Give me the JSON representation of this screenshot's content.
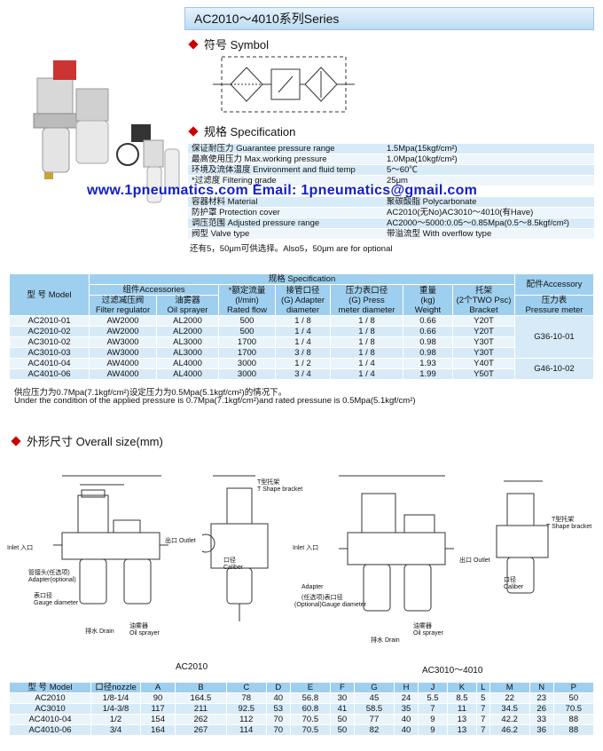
{
  "header": {
    "title": "AC2010～4010系列Series"
  },
  "symbol": {
    "title": "符号 Symbol"
  },
  "spec": {
    "title": "规格 Specification",
    "rows": [
      {
        "label": "保证耐压力 Guarantee pressure range",
        "value": "1.5Mpa(15kgf/cm²)"
      },
      {
        "label": "最高使用压力 Max.working pressure",
        "value": "1.0Mpa(10kgf/cm²)"
      },
      {
        "label": "环境及流体温度 Environment and fluid temp",
        "value": "5～60℃"
      },
      {
        "label": "*过滤度 Filtering grade",
        "value": "25μm"
      },
      {
        "label": "容器材料 Material",
        "value": "聚碳酸脂 Polycarbonate"
      },
      {
        "label": "防护罩 Protection cover",
        "value": "AC2010(无No)AC3010～4010(有Have)"
      },
      {
        "label": "调压范围 Adjusted pressure range",
        "value": "AC2000～5000:0.05～0.85Mpa(0.5～8.5kgf/cm²)"
      },
      {
        "label": "阀型 Valve type",
        "value": "带溢流型 With overflow type"
      }
    ],
    "footnote": "还有5，50μm可供选择。Also5，50μm are for optional",
    "watermark": "www.1pneumatics.com Email: 1pneumatics@gmail.com"
  },
  "models_table": {
    "group_header": "规格 Specification",
    "accessory_header": "配件Accessory",
    "model_header": "型 号 Model",
    "components_header": "组件Accessories",
    "filter_regulator": [
      "过滤减压阀",
      "Filter regulator"
    ],
    "oil_sprayer": [
      "油雾器",
      "Oil sprayer"
    ],
    "rated_flow": [
      "*额定流量",
      "(l/min)",
      "Rated flow"
    ],
    "adapter": [
      "接管口径",
      "(G) Adapter",
      "diameter"
    ],
    "press_meter": [
      "压力表口径",
      "(G) Press",
      "meter diameter"
    ],
    "weight": [
      "重量",
      "(kg)",
      "Weight"
    ],
    "bracket": [
      "托架",
      "(2个TWO Psc)",
      "Bracket"
    ],
    "pressure_meter": [
      "压力表",
      "Pressure meter"
    ],
    "rows": [
      [
        "AC2010-01",
        "AW2000",
        "AL2000",
        "500",
        "1 / 8",
        "1 / 8",
        "0.66",
        "Y20T"
      ],
      [
        "AC2010-02",
        "AW2000",
        "AL2000",
        "500",
        "1 / 4",
        "1 / 8",
        "0.66",
        "Y20T"
      ],
      [
        "AC3010-02",
        "AW3000",
        "AL3000",
        "1700",
        "1 / 4",
        "1 / 8",
        "0.98",
        "Y30T"
      ],
      [
        "AC3010-03",
        "AW3000",
        "AL3000",
        "1700",
        "3 / 8",
        "1 / 8",
        "0.98",
        "Y30T"
      ],
      [
        "AC4010-04",
        "AW4000",
        "AL4000",
        "3000",
        "1 / 2",
        "1 / 4",
        "1.93",
        "Y40T"
      ],
      [
        "AC4010-06",
        "AW4000",
        "AL4000",
        "3000",
        "3 / 4",
        "1 / 4",
        "1.99",
        "Y50T"
      ]
    ],
    "gauge_1": "G36-10-01",
    "gauge_2": "G46-10-02",
    "note_cn": "供应压力为0.7Mpa(7.1kgf/cm²)设定压力为0.5Mpa(5.1kgf/cm²)的情况下。",
    "note_en": "Under the condition of the applied pressure is 0.7Mpa(7.1kgf/cm²)and rated pressune is 0.5Mpa(5.1kgf/cm²)"
  },
  "overall": {
    "title": "外形尺寸 Overall size(mm)",
    "caption_left": "AC2010",
    "caption_right": "AC3010～4010",
    "labels": {
      "inlet": "Inlet 入口",
      "outlet": "出口 Outlet",
      "adapter_cn": "管接头(任选项)",
      "adapter_en": "Adapter(optional)",
      "gauge_cn": "表口径",
      "gauge_en": "Gauge diameter",
      "drain": "排水 Drain",
      "oil_cn": "油雾器",
      "oil_en": "Oil sprayer",
      "t_bracket_cn": "T型托架",
      "t_bracket_en": "T Shape bracket",
      "caliber_cn": "口径",
      "caliber_en": "Caliber",
      "adapter2": "Adapter",
      "adapter2_cn": "(任选项)表口径",
      "gauge2_en": "(Optional)Gauge diameter"
    }
  },
  "dims_table": {
    "headers": [
      "型 号 Model",
      "口径nozzle",
      "A",
      "B",
      "C",
      "D",
      "E",
      "F",
      "G",
      "H",
      "J",
      "K",
      "L",
      "M",
      "N",
      "P"
    ],
    "rows": [
      [
        "AC2010",
        "1/8-1/4",
        "90",
        "164.5",
        "78",
        "40",
        "56.8",
        "30",
        "45",
        "24",
        "5.5",
        "8.5",
        "5",
        "22",
        "23",
        "50"
      ],
      [
        "AC3010",
        "1/4-3/8",
        "117",
        "211",
        "92.5",
        "53",
        "60.8",
        "41",
        "58.5",
        "35",
        "7",
        "11",
        "7",
        "34.5",
        "26",
        "70.5"
      ],
      [
        "AC4010-04",
        "1/2",
        "154",
        "262",
        "112",
        "70",
        "70.5",
        "50",
        "77",
        "40",
        "9",
        "13",
        "7",
        "42.2",
        "33",
        "88"
      ],
      [
        "AC4010-06",
        "3/4",
        "164",
        "267",
        "114",
        "70",
        "70.5",
        "50",
        "82",
        "40",
        "9",
        "13",
        "7",
        "46.2",
        "36",
        "88"
      ]
    ]
  },
  "colors": {
    "header_bg": "#bcdcf2",
    "table_head": "#9fcfee",
    "accent_red": "#cc0000",
    "watermark_blue": "#1020c8"
  }
}
